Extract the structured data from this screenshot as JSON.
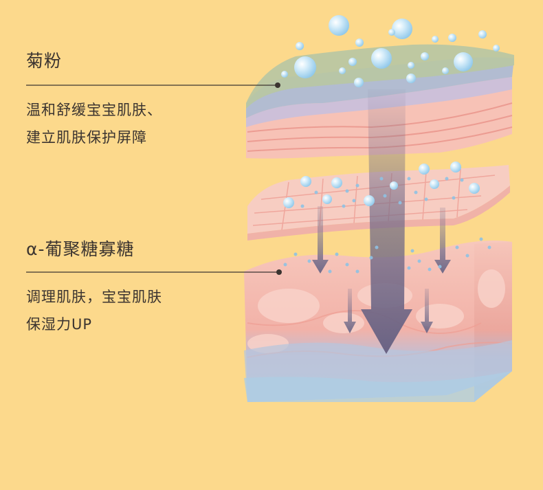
{
  "ingredients": [
    {
      "name": "菊粉",
      "lines": [
        "温和舒缓宝宝肌肤、",
        "建立肌肤保护屏障"
      ]
    },
    {
      "name": "α-葡聚糖寡糖",
      "lines": [
        "调理肌肤，宝宝肌肤",
        "保湿力UP"
      ]
    }
  ],
  "colors": {
    "background": "#fcd98c",
    "text": "#3b3430",
    "leader_line": "#3b3430",
    "arrow": "#716a88",
    "bubble": "#a9d7ef",
    "skin_pink": "#f5b7ad",
    "dermis_blue": "#b7c3d8",
    "top_film_green": "#b9c7a3"
  },
  "icons": [
    "bubble-icon",
    "arrow-down-icon"
  ]
}
